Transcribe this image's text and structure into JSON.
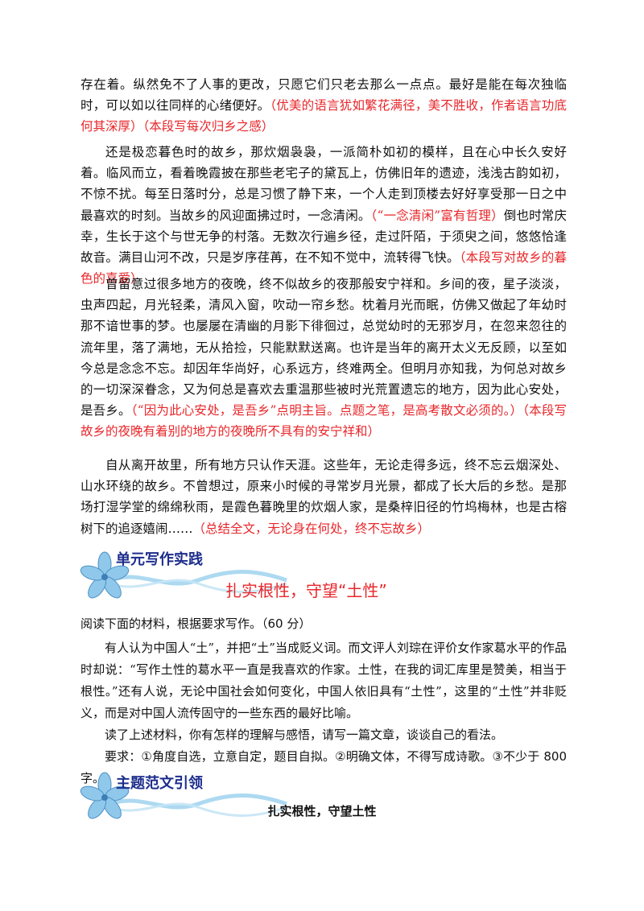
{
  "passage": {
    "p1_text": "存在着。纵然免不了人事的更改，只愿它们只老去那么一点点。最好是能在每次独临时，可以如以往同样的心绪便好。",
    "p1_note": "（优美的语言犹如繁花满径，美不胜收，作者语言功底何其深厚）（本段写每次归乡之感）",
    "p2_text_a": "还是极恋暮色时的故乡，那炊烟袅袅，一派简朴如初的模样，且在心中长久安好着。临风而立，看着晚霞披在那些老宅子的黛瓦上，仿佛旧年的遗迹，浅浅古韵如初，不惊不扰。每至日落时分，总是习惯了静下来，一个人走到顶楼去好好享受那一日之中最喜欢的时刻。当故乡的风迎面拂过时，一念清闲。",
    "p2_note_a": "（“一念清闲”富有哲理）",
    "p2_text_b": "倒也时常庆幸，生长于这个与世无争的村落。无数次行遍乡径，走过阡陌，于须臾之间，悠悠恰逢故音。满目山河不改，只是岁序荏苒，在不知不觉中，流转得飞快。",
    "p2_note_b": "（本段写对故乡的暮色的喜爱）",
    "p3_text": "曾留意过很多地方的夜晚，终不似故乡的夜那般安宁祥和。乡间的夜，星子淡淡，虫声四起，月光轻柔，清风入窗，吹动一帘乡愁。枕着月光而眠，仿佛又做起了年幼时那不谙世事的梦。也屡屡在清幽的月影下徘徊过，总觉幼时的无邪岁月，在忽来忽往的流年里，落了满地，无从拾捡，只能默默送离。也许是当年的离开太义无反顾，以至如今总是念念不忘。却因年华尚好，心系远方，终难两全。但明月亦知我，为何总对故乡的一切深深眷念，又为何总是喜欢去重温那些被时光荒置遗忘的地方，因为此心安处，是吾乡。",
    "p3_note": "（“因为此心安处，是吾乡”点明主旨。点题之笔，是高考散文必须的。）（本段写故乡的夜晚有着别的地方的夜晚所不具有的安宁祥和）",
    "p4_text": "自从离开故里，所有地方只认作天涯。这些年，无论走得多远，终不忘云烟深处、山水环绕的故乡。不曾想过，原来小时候的寻常岁月光景，都成了长大后的乡愁。是那场打湿学堂的绵绵秋雨，是霞色暮晚里的炊烟人家，是桑梓旧径的竹坞梅林，也是古榕树下的追逐嬉闹……",
    "p4_note": "（总结全文，无论身在何处，终不忘故乡）"
  },
  "section1": {
    "banner_title": "单元写作实践",
    "topic": "扎实根性，守望“土性”"
  },
  "prompt": {
    "intro": "阅读下面的材料，根据要求写作。（60 分）",
    "material": "有人认为中国人“土”，并把“土”当成贬义词。而文评人刘琮在评价女作家葛水平的作品时却说：“写作土性的葛水平一直是我喜欢的作家。土性，在我的词汇库里是赞美，相当于根性。”还有人说，无论中国社会如何变化，中国人依旧具有“土性”，这里的“土性”并非贬义，而是对中国人流传固守的一些东西的最好比喻。",
    "task": "读了上述材料，你有怎样的理解与感悟，请写一篇文章，谈谈自己的看法。",
    "requirements": "要求：①角度自选，立意自定，题目自拟。②明确文体，不得写成诗歌。③不少于 800  字。"
  },
  "section2": {
    "banner_title": "主题范文引领",
    "essay_title": "扎实根性，守望土性"
  },
  "colors": {
    "note_red": "#e8262a",
    "banner_blue": "#1d2d8c",
    "flower": "#8fc8ea"
  }
}
